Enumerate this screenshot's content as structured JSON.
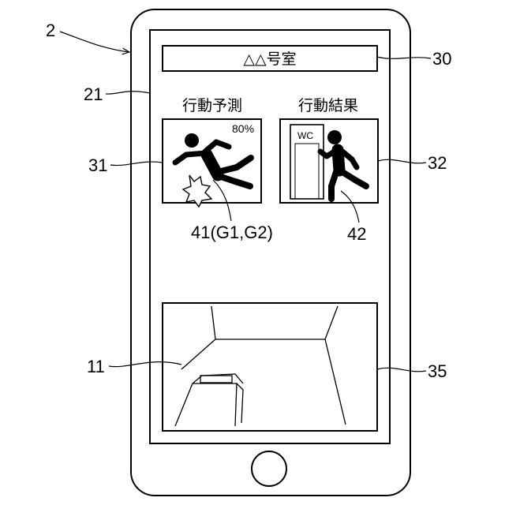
{
  "refs": {
    "device": "2",
    "screen": "21",
    "room_bar": "30",
    "prediction_panel": "31",
    "result_panel": "32",
    "camera_panel": "35",
    "camera": "11",
    "prediction_icon": "41(G1,G2)",
    "result_icon": "42"
  },
  "room_title": "△△号室",
  "prediction": {
    "heading": "行動予測",
    "probability": "80%"
  },
  "result": {
    "heading": "行動結果",
    "door_sign": "WC"
  },
  "icons": [
    "falling-person-icon",
    "person-exiting-toilet-icon",
    "home-button"
  ]
}
